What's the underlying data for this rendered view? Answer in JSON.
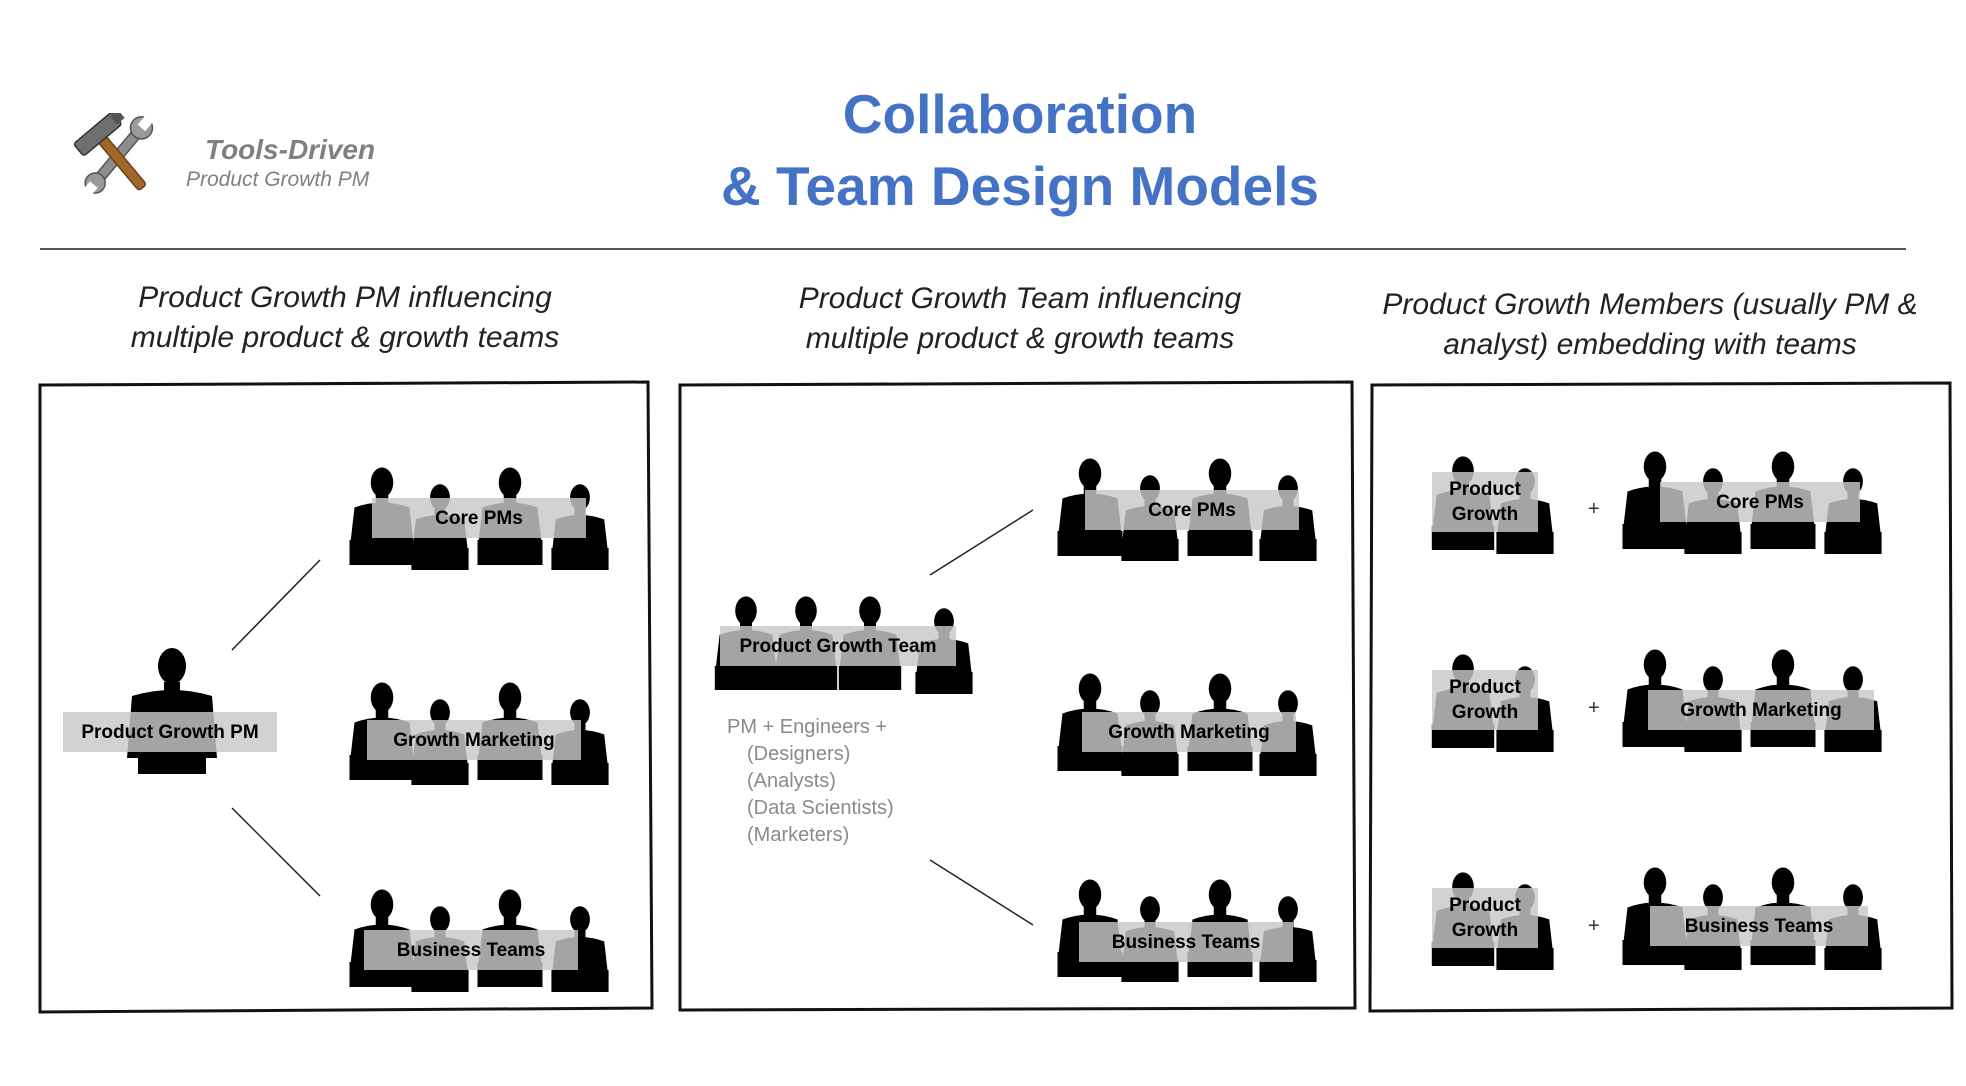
{
  "header": {
    "title_line1": "Collaboration",
    "title_line2": "& Team Design Models",
    "brand_name": "Tools-Driven",
    "brand_subtitle": "Product Growth PM",
    "brand_icon": "hammer-wrench-icon",
    "title_color": "#4472c4"
  },
  "columns": [
    {
      "title_line1": "Product Growth PM influencing",
      "title_line2": "multiple product & growth teams",
      "hub_label": "Product Growth PM",
      "teams": [
        "Core PMs",
        "Growth Marketing",
        "Business Teams"
      ]
    },
    {
      "title_line1": "Product Growth Team influencing",
      "title_line2": "multiple product & growth teams",
      "hub_label": "Product Growth Team",
      "hub_members": [
        "PM + Engineers +",
        "(Designers)",
        "(Analysts)",
        "(Data Scientists)",
        "(Marketers)"
      ],
      "teams": [
        "Core PMs",
        "Growth Marketing",
        "Business Teams"
      ]
    },
    {
      "title_line1": "Product Growth Members (usually PM &",
      "title_line2": "analyst) embedding with teams",
      "embed_label_line1": "Product",
      "embed_label_line2": "Growth",
      "plus": "+",
      "teams": [
        "Core PMs",
        "Growth Marketing",
        "Business Teams"
      ]
    }
  ]
}
